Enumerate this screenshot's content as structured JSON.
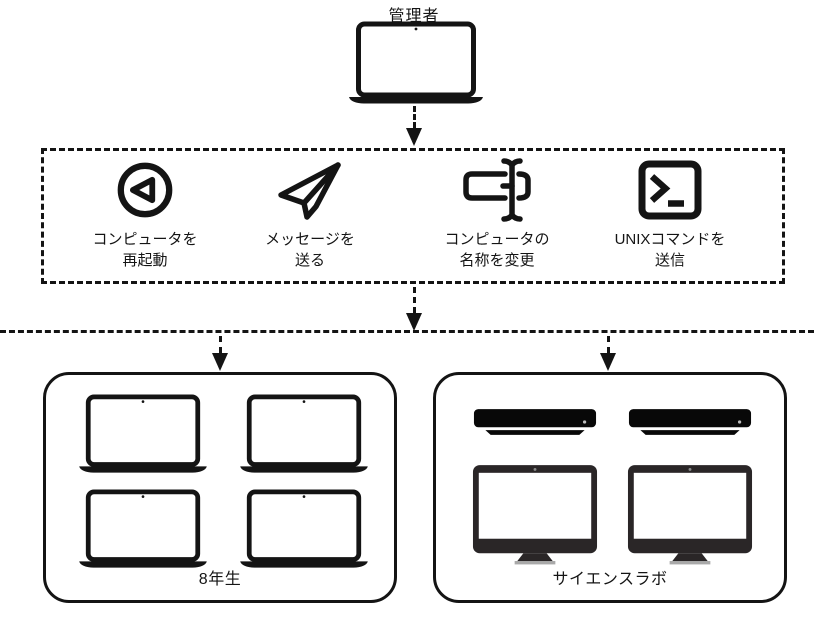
{
  "colors": {
    "ink": "#141414",
    "device_dark": "#2a2627",
    "stand_base_gray": "#a9a9a9",
    "background": "#ffffff"
  },
  "admin": {
    "label": "管理者",
    "device_icon": "laptop-icon"
  },
  "actions_box": {
    "items": [
      {
        "icon": "restart-icon",
        "line1": "コンピュータを",
        "line2": "再起動"
      },
      {
        "icon": "paper-plane-icon",
        "line1": "メッセージを",
        "line2": "送る"
      },
      {
        "icon": "rename-field-icon",
        "line1": "コンピュータの",
        "line2": "名称を変更"
      },
      {
        "icon": "terminal-icon",
        "line1": "UNIXコマンドを",
        "line2": "送信"
      }
    ]
  },
  "groups": [
    {
      "label": "8年生",
      "device_icons": [
        "laptop-icon",
        "laptop-icon",
        "laptop-icon",
        "laptop-icon"
      ]
    },
    {
      "label": "サイエンスラボ",
      "device_icons": [
        "server-icon",
        "server-icon",
        "desktop-icon",
        "desktop-icon"
      ]
    }
  ]
}
